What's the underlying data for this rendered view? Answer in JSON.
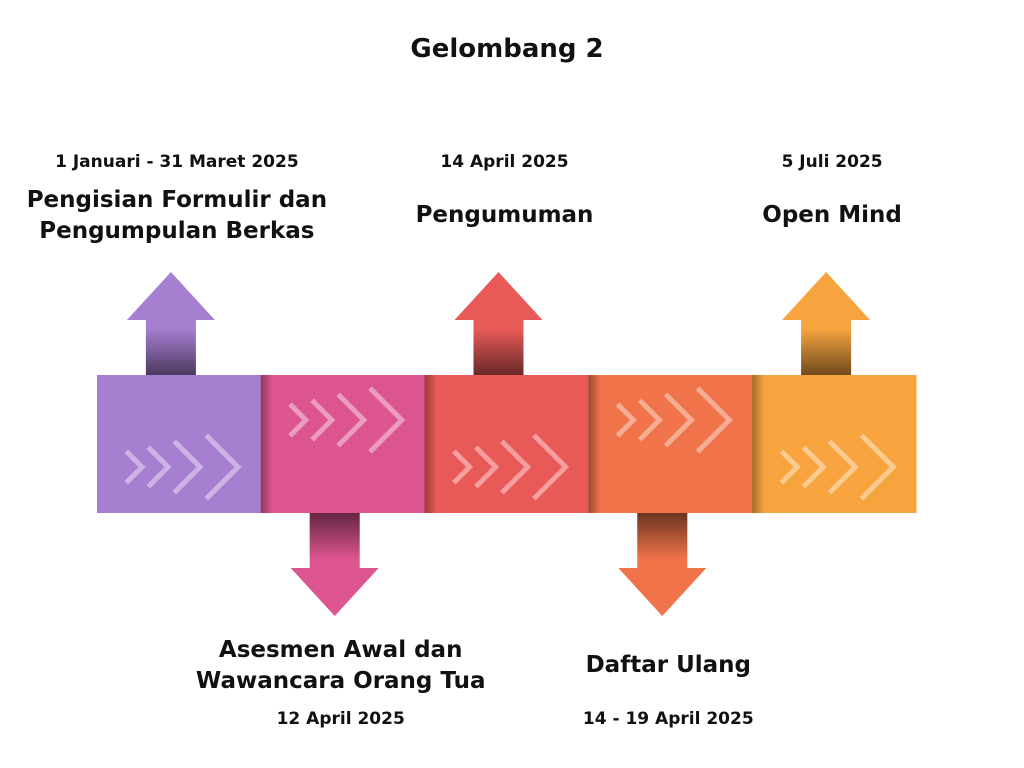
{
  "title": "Gelombang 2",
  "colors": {
    "purple": "#a67fd1",
    "pink": "#dd5590",
    "red": "#e85a57",
    "coral": "#f0734a",
    "orange": "#f7a43f"
  },
  "steps": [
    {
      "date": "1 Januari - 31 Maret 2025",
      "label_lines": [
        "Pengisian Formulir dan",
        "Pengumpulan Berkas"
      ],
      "color": "#a67fd1",
      "direction": "up"
    },
    {
      "date": "12 April 2025",
      "label_lines": [
        "Asesmen Awal dan",
        "Wawancara Orang Tua"
      ],
      "color": "#dd5590",
      "direction": "down"
    },
    {
      "date": "14 April 2025",
      "label_lines": [
        "Pengumuman"
      ],
      "color": "#e85a57",
      "direction": "up"
    },
    {
      "date": "14 - 19 April 2025",
      "label_lines": [
        "Daftar Ulang"
      ],
      "color": "#f0734a",
      "direction": "down"
    },
    {
      "date": "5 Juli 2025",
      "label_lines": [
        "Open Mind"
      ],
      "color": "#f7a43f",
      "direction": "up"
    }
  ]
}
